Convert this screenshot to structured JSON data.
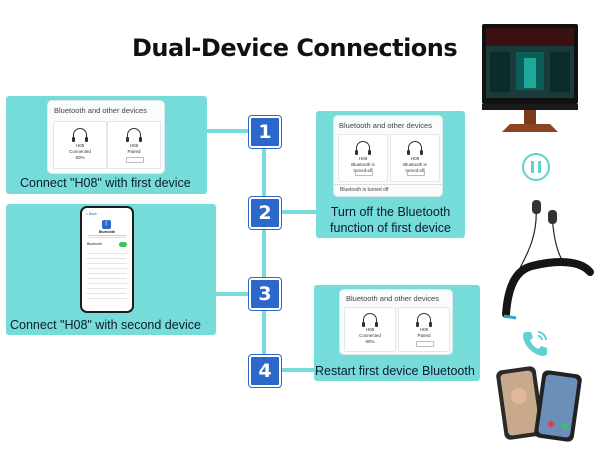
{
  "title": "Dual-Device Connections",
  "steps": [
    {
      "number": "1",
      "caption": "Connect \"H08\" with first device"
    },
    {
      "number": "2",
      "caption_line1": "Turn off the Bluetooth",
      "caption_line2": "function of first device"
    },
    {
      "number": "3",
      "caption": "Connect \"H08\" with second device"
    },
    {
      "number": "4",
      "caption": "Restart first device Bluetooth"
    }
  ],
  "card1": {
    "title": "Bluetooth and other devices",
    "device_a": {
      "name": "H08",
      "status": "Connected",
      "battery": "60%"
    },
    "device_b": {
      "name": "H08",
      "status": "Paired"
    }
  },
  "card2": {
    "title": "Bluetooth and other devices",
    "device_a": {
      "name": "H08",
      "status": "Bluetooth is turned off"
    },
    "device_b": {
      "name": "H08",
      "status": "Bluetooth is turned off"
    },
    "footer": "Bluetooth is turned off"
  },
  "phone_card": {
    "back": "< Back",
    "heading": "Bluetooth",
    "row_label": "Bluetooth"
  },
  "card4": {
    "title": "Bluetooth and other devices",
    "device_a": {
      "name": "H08",
      "status": "Connected",
      "battery": "60%"
    },
    "device_b": {
      "name": "H08",
      "status": "Paired"
    }
  },
  "icons": [
    "monitor-icon",
    "pause-icon",
    "neckband-earphones-icon",
    "phone-call-icon",
    "smartphones-icon"
  ],
  "colors": {
    "teal": "#75dcd9",
    "number_badge": "#2c67cc",
    "pause": "#5fd1cf",
    "text": "#0e1b2e"
  }
}
